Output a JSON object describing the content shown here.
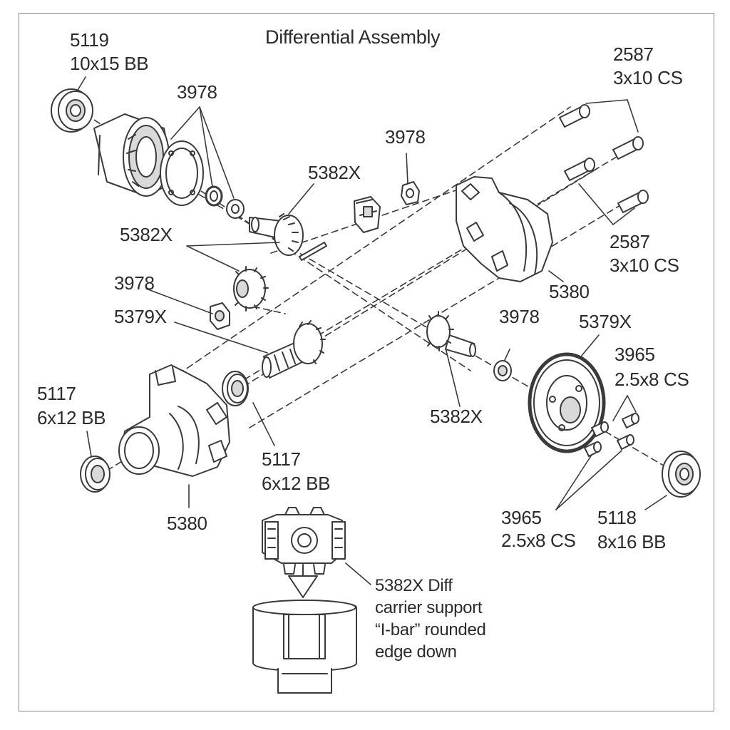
{
  "title": "Differential Assembly",
  "labels": {
    "p5119_num": "5119",
    "p5119_desc": "10x15 BB",
    "p3978_a": "3978",
    "p3978_b": "3978",
    "p3978_c": "3978",
    "p3978_d": "3978",
    "p5382x_a": "5382X",
    "p5382x_b": "5382X",
    "p5382x_c": "5382X",
    "p2587_a_num": "2587",
    "p2587_a_desc": "3x10 CS",
    "p2587_b_num": "2587",
    "p2587_b_desc": "3x10 CS",
    "p5380_a": "5380",
    "p5380_b": "5380",
    "p5379x_a": "5379X",
    "p5379x_b": "5379X",
    "p3965_a_num": "3965",
    "p3965_a_desc": "2.5x8 CS",
    "p3965_b_num": "3965",
    "p3965_b_desc": "2.5x8 CS",
    "p5117_a_num": "5117",
    "p5117_a_desc": "6x12 BB",
    "p5117_b_num": "5117",
    "p5117_b_desc": "6x12 BB",
    "p5118_num": "5118",
    "p5118_desc": "8x16 BB",
    "note_line1": "5382X Diff",
    "note_line2": "carrier support",
    "note_line3": "“I-bar” rounded",
    "note_line4": "edge down"
  },
  "colors": {
    "line": "#3a3a3a",
    "fill": "#ffffff",
    "shade": "#d9d9d9"
  }
}
